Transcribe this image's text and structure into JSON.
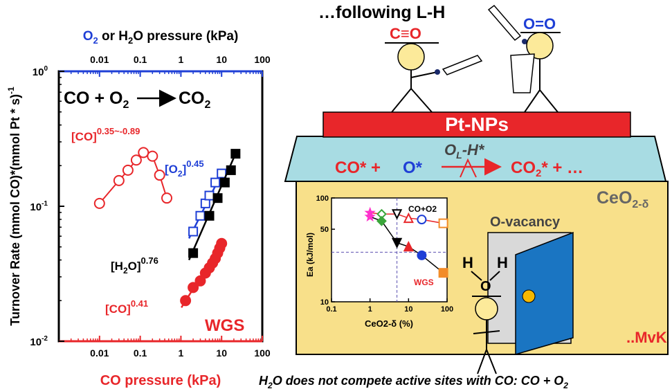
{
  "left_plot": {
    "top_axis_label": "O2 or H2O pressure (kPa)",
    "top_axis_label_parts": {
      "o": "O",
      "sub": "2",
      "rest": " or H",
      "sub2": "2",
      "tail": "O pressure (kPa)"
    },
    "bottom_axis_label": "CO pressure (kPa)",
    "ylabel": "Turnover Rate (mmol CO)*(mmol Pt * s)",
    "ylabel_sup": "-1",
    "reaction": {
      "lhs": "CO + O",
      "lhs_sub": "2",
      "rhs": "CO",
      "rhs_sub": "2"
    },
    "wgs_label": "WGS",
    "ann_co_oxid": {
      "base": "[CO]",
      "exp": "0.35~-0.89"
    },
    "ann_o2": {
      "base": "[O",
      "sub": "2",
      "close": "]",
      "exp": "0.45"
    },
    "ann_h2o": {
      "base": "[H",
      "sub": "2",
      "close": "O]",
      "exp": "0.76"
    },
    "ann_co_wgs": {
      "base": "[CO]",
      "exp": "0.41"
    },
    "colors": {
      "co_oxidation": "#e8262a",
      "o2": "#1f3fd6",
      "h2o": "#000000",
      "co_wgs": "#e8262a",
      "bottom_axis": "#e8262a",
      "top_axis": "#1f3fd6"
    }
  },
  "chart_data": [
    {
      "type": "scatter",
      "title": "",
      "xscale": "log",
      "yscale": "log",
      "xlim": [
        0.001,
        100
      ],
      "ylim": [
        0.01,
        1
      ],
      "xticks": [
        "0.01",
        "0.1",
        "1",
        "10",
        "100"
      ],
      "top_xticks": [
        "0.01",
        "0.1",
        "1",
        "10",
        "100"
      ],
      "yticks": [
        "10",
        "10",
        "10"
      ],
      "ytick_exps": [
        "0",
        "-1",
        "-2"
      ],
      "series": [
        {
          "name": "[CO]0.35~-0.89",
          "marker": "open-circle",
          "color": "#e8262a",
          "x": [
            0.01,
            0.03,
            0.05,
            0.08,
            0.12,
            0.2,
            0.3,
            0.45
          ],
          "y": [
            0.105,
            0.155,
            0.185,
            0.22,
            0.25,
            0.235,
            0.17,
            0.115
          ]
        },
        {
          "name": "[O2]0.45",
          "marker": "open-square",
          "color": "#1f3fd6",
          "x": [
            2,
            3,
            4,
            5,
            7,
            10
          ],
          "y": [
            0.065,
            0.085,
            0.105,
            0.12,
            0.15,
            0.175
          ]
        },
        {
          "name": "[H2O]0.76",
          "marker": "filled-square",
          "color": "#000000",
          "x": [
            2,
            5,
            8,
            12,
            17,
            22
          ],
          "y": [
            0.045,
            0.085,
            0.115,
            0.15,
            0.185,
            0.245
          ]
        },
        {
          "name": "[CO]0.41",
          "marker": "filled-circle",
          "color": "#e8262a",
          "x": [
            1.3,
            2,
            3,
            4,
            5,
            6,
            7,
            8,
            9,
            10
          ],
          "y": [
            0.02,
            0.025,
            0.028,
            0.032,
            0.035,
            0.038,
            0.041,
            0.045,
            0.049,
            0.053
          ]
        }
      ]
    },
    {
      "type": "scatter",
      "title": "",
      "xscale": "log",
      "yscale": "log",
      "xlim": [
        0.1,
        100
      ],
      "ylim": [
        10,
        100
      ],
      "xlabel": "CeO2-δ (%)",
      "ylabel": "Ea (kJ/mol)",
      "xticks": [
        "0.1",
        "1",
        "10",
        "100"
      ],
      "yticks": [
        "100",
        "50",
        "10"
      ],
      "series_labels": {
        "co_o2": "CO+O2",
        "wgs": "WGS"
      },
      "series": [
        {
          "name": "CO+O2",
          "color": "#e8262a",
          "points": [
            {
              "x": 1,
              "y": 72,
              "marker": "star",
              "color": "#ff33cc",
              "fill": true
            },
            {
              "x": 2,
              "y": 70,
              "marker": "diamond",
              "color": "#3aa63a",
              "fill": false
            },
            {
              "x": 5,
              "y": 70,
              "marker": "triangle-down",
              "color": "#000000",
              "fill": false
            },
            {
              "x": 10,
              "y": 64,
              "marker": "triangle",
              "color": "#e8262a",
              "fill": false
            },
            {
              "x": 22,
              "y": 62,
              "marker": "circle",
              "color": "#1f3fd6",
              "fill": false
            },
            {
              "x": 80,
              "y": 57,
              "marker": "square",
              "color": "#f28c28",
              "fill": false
            }
          ]
        },
        {
          "name": "WGS",
          "color": "#000000",
          "points": [
            {
              "x": 1,
              "y": 66,
              "marker": "star",
              "color": "#ff33cc",
              "fill": true
            },
            {
              "x": 2,
              "y": 60,
              "marker": "diamond",
              "color": "#3aa63a",
              "fill": true
            },
            {
              "x": 5,
              "y": 37,
              "marker": "triangle-down",
              "color": "#000000",
              "fill": true
            },
            {
              "x": 10,
              "y": 34,
              "marker": "triangle",
              "color": "#e8262a",
              "fill": true
            },
            {
              "x": 22,
              "y": 28,
              "marker": "circle",
              "color": "#1f3fd6",
              "fill": true
            },
            {
              "x": 80,
              "y": 19,
              "marker": "square",
              "color": "#f28c28",
              "fill": true
            }
          ]
        }
      ]
    }
  ],
  "scene": {
    "headline": "…following L-H",
    "co_sign": "C≡O",
    "o2_sign": "O=O",
    "pt_np": "Pt-NPs",
    "roof": {
      "co": "CO* +",
      "o": "O*",
      "ol_h": "O",
      "ol_sub": "L",
      "ol_tail": "-H*",
      "co2": "CO",
      "co2_sub": "2",
      "co2_tail": "* + …"
    },
    "ceo2": "CeO",
    "ceo2_sub": "2-δ",
    "ovacancy": "O-vacancy",
    "h1": "H",
    "h2": "H",
    "o": "O",
    "mvk": "..MvK",
    "caption": "H2O does not compete active sites with CO: CO + O2",
    "caption_parts": {
      "a": "H",
      "a_sub": "2",
      "b": "O does not compete active sites with CO: CO + O",
      "b_sub": "2"
    },
    "colors": {
      "pt_np": "#e8262a",
      "roof": "#a8dce3",
      "wall": "#f8e08a",
      "door": "#1a75c2",
      "doorway": "#d9d9d9"
    }
  }
}
